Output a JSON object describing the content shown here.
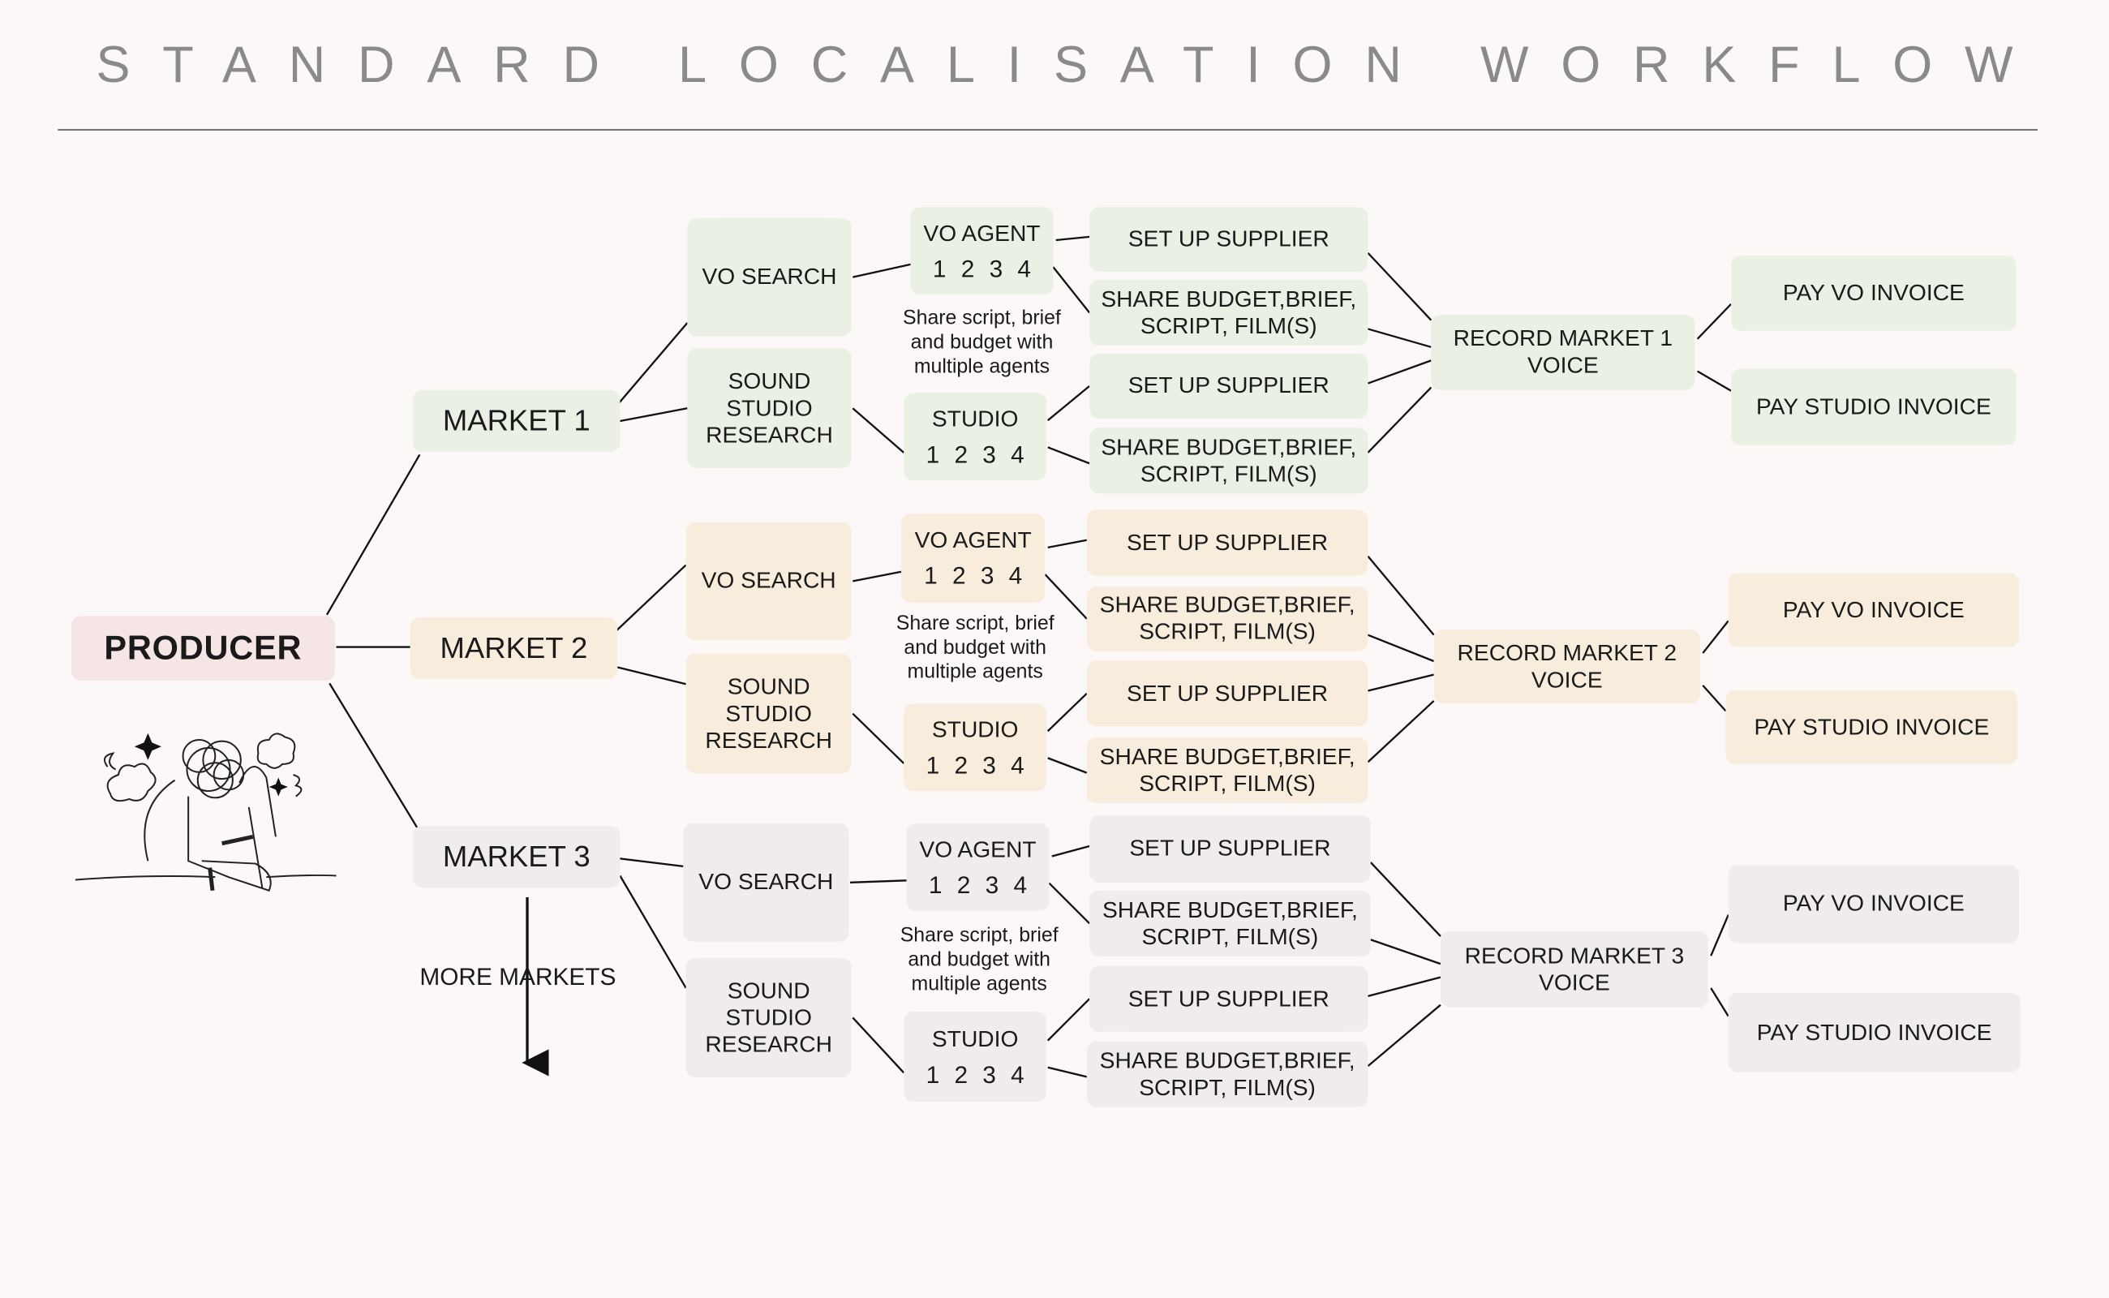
{
  "title": "STANDARD LOCALISATION WORKFLOW",
  "producer": "PRODUCER",
  "more_markets": "MORE MARKETS",
  "colors": {
    "market1": "#eaf1e4",
    "market2": "#f8eddc",
    "market3": "#efeceb",
    "producer": "#f5e5e5",
    "background": "#fcf8f8"
  },
  "markets": [
    {
      "name": "MARKET 1",
      "vo_search": "VO SEARCH",
      "studio_research": "SOUND\nSTUDIO\nRESEARCH",
      "vo_agent": "VO AGENT",
      "vo_agent_options": "1 2 3 4",
      "note": "Share script, brief\nand budget with\nmultiple agents",
      "studio": "STUDIO",
      "studio_options": "1 2 3 4",
      "setup_1": "SET UP SUPPLIER",
      "share_1": "SHARE BUDGET,BRIEF,\nSCRIPT, FILM(S)",
      "setup_2": "SET UP SUPPLIER",
      "share_2": "SHARE BUDGET,BRIEF,\nSCRIPT, FILM(S)",
      "record": "RECORD MARKET 1\nVOICE",
      "pay_vo": "PAY VO INVOICE",
      "pay_studio": "PAY STUDIO INVOICE"
    },
    {
      "name": "MARKET 2",
      "vo_search": "VO SEARCH",
      "studio_research": "SOUND\nSTUDIO\nRESEARCH",
      "vo_agent": "VO AGENT",
      "vo_agent_options": "1 2 3 4",
      "note": "Share script, brief\nand budget with\nmultiple agents",
      "studio": "STUDIO",
      "studio_options": "1 2 3 4",
      "setup_1": "SET UP SUPPLIER",
      "share_1": "SHARE BUDGET,BRIEF,\nSCRIPT, FILM(S)",
      "setup_2": "SET UP SUPPLIER",
      "share_2": "SHARE BUDGET,BRIEF,\nSCRIPT, FILM(S)",
      "record": "RECORD MARKET 2\nVOICE",
      "pay_vo": "PAY VO INVOICE",
      "pay_studio": "PAY STUDIO INVOICE"
    },
    {
      "name": "MARKET 3",
      "vo_search": "VO SEARCH",
      "studio_research": "SOUND\nSTUDIO\nRESEARCH",
      "vo_agent": "VO AGENT",
      "vo_agent_options": "1 2 3 4",
      "note": "Share script, brief\nand budget with\nmultiple agents",
      "studio": "STUDIO",
      "studio_options": "1 2 3 4",
      "setup_1": "SET UP SUPPLIER",
      "share_1": "SHARE BUDGET,BRIEF,\nSCRIPT, FILM(S)",
      "setup_2": "SET UP SUPPLIER",
      "share_2": "SHARE BUDGET,BRIEF,\nSCRIPT, FILM(S)",
      "record": "RECORD MARKET 3\nVOICE",
      "pay_vo": "PAY VO INVOICE",
      "pay_studio": "PAY STUDIO INVOICE"
    }
  ]
}
